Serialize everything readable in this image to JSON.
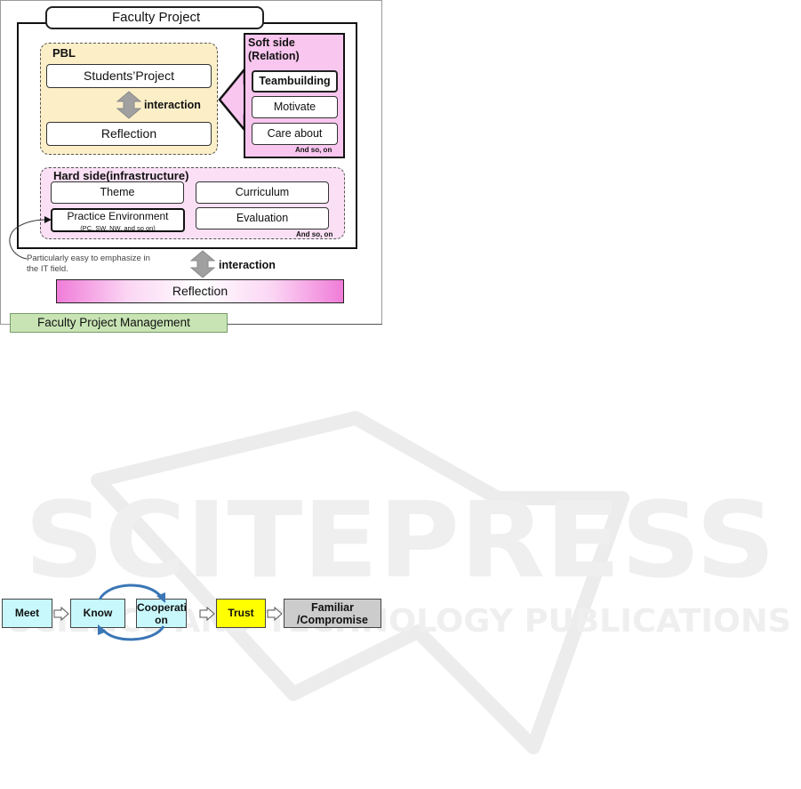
{
  "figure1": {
    "faculty_project": "Faculty Project",
    "pbl": "PBL",
    "students_project": "Students’Project",
    "interaction_inner": "interaction",
    "reflection_inner": "Reflection",
    "soft_side_line1": "Soft side",
    "soft_side_line2": "(Relation)",
    "teambuilding": "Teambuilding",
    "motivate": "Motivate",
    "care_about": "Care about",
    "and_so_on_soft": "And so, on",
    "hard_side": "Hard side(infrastructure)",
    "theme": "Theme",
    "curriculum": "Curriculum",
    "practice_env": "Practice Environment",
    "practice_env_sub": "(PC, SW, NW, and so on)",
    "evaluation": "Evaluation",
    "and_so_on_hard": "And so, on",
    "note_line1": "Particularly easy to emphasize in",
    "note_line2": "the IT field.",
    "interaction_outer": "interaction",
    "reflection_outer": "Reflection",
    "faculty_project_management": "Faculty Project Management"
  },
  "figure2": {
    "meet": "Meet",
    "know": "Know",
    "cooperation_line1": "Cooperati",
    "cooperation_line2": "on",
    "trust": "Trust",
    "familiar_line1": "Familiar",
    "familiar_line2": "/Compromise"
  },
  "watermark": {
    "line1": "SCITEPRESS",
    "line2": "SCIENCE AND TECHNOLOGY PUBLICATIONS"
  },
  "colors": {
    "pbl_fill": "#fcefc8",
    "soft_fill": "#f9c6ef",
    "hard_fill": "#fbe0f5",
    "fpm_fill": "#c8e4b4",
    "step_fill": "#c8f8fc",
    "trust_fill": "#ffff00",
    "familiar_fill": "#cccccc",
    "cycle_arrow": "#3a76b5"
  }
}
